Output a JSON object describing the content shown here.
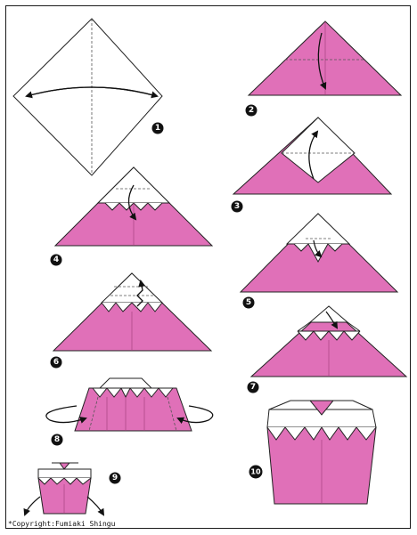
{
  "colors": {
    "paper_front": "#e070b8",
    "paper_back": "#ffffff",
    "outline": "#222222",
    "badge": "#111111"
  },
  "steps": [
    {
      "number": "1",
      "icon": "square-diamond-fold-icon"
    },
    {
      "number": "2",
      "icon": "triangle-fold-down-icon"
    },
    {
      "number": "3",
      "icon": "fold-corner-up-icon"
    },
    {
      "number": "4",
      "icon": "fold-tip-down-icon"
    },
    {
      "number": "5",
      "icon": "fold-small-tip-icon"
    },
    {
      "number": "6",
      "icon": "fold-up-zigzag-icon"
    },
    {
      "number": "7",
      "icon": "fold-top-tip-icon"
    },
    {
      "number": "8",
      "icon": "fold-sides-behind-icon"
    },
    {
      "number": "9",
      "icon": "fold-bottom-corners-icon"
    },
    {
      "number": "10",
      "icon": "finished-cupcake-icon"
    }
  ],
  "footer": {
    "copyright": "*Copyright:Fumiaki Shingu"
  }
}
